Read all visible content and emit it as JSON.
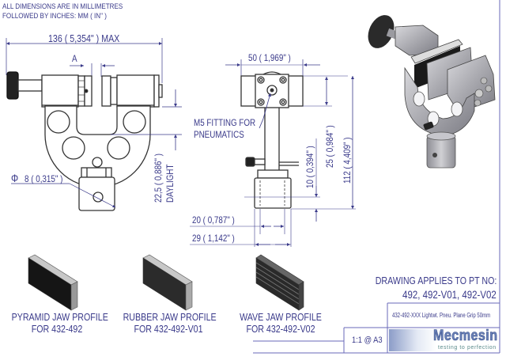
{
  "notes": {
    "line1": "ALL DIMENSIONS ARE IN MILLIMETRES",
    "line2": "FOLLOWED BY INCHES:   MM ( IN\" )"
  },
  "front_view": {
    "overall_width": "136 ( 5,354\" ) MAX",
    "jaw_gap_label": "A",
    "daylight_dim": "22,5 ( 0,886\" )",
    "daylight_label": "DAYLIGHT",
    "pin_diameter": "8 ( 0,315\" )",
    "diameter_symbol": "Φ"
  },
  "side_view": {
    "width_dim": "50 ( 1,969\" )",
    "fitting_note_line1": "M5 FITTING FOR",
    "fitting_note_line2": "PNEUMATICS",
    "dim_25": "25 ( 0,984\" )",
    "dim_112": "112 ( 4,409\" )",
    "dim_10": "10 ( 0,394\" )",
    "dim_20": "20 ( 0,787\" )",
    "dim_29": "29 ( 1,142\" )"
  },
  "jaw_profiles": [
    {
      "name": "PYRAMID JAW PROFILE",
      "part": "FOR 432-492"
    },
    {
      "name": "RUBBER JAW PROFILE",
      "part": "FOR 432-492-V01"
    },
    {
      "name": "WAVE JAW PROFILE",
      "part": "FOR 432-492-V02"
    }
  ],
  "title_block": {
    "applies_line1": "DRAWING APPLIES TO PT NO:",
    "applies_line2": "492, 492-V01, 492-V02",
    "description": "432-492-XXX Lightwt. Pneu. Plane Grip 50mm",
    "scale": "1:1 @ A3",
    "brand": "Mecmesin",
    "tagline": "testing to perfection"
  },
  "colors": {
    "dimension_ink": "#3a3a8a",
    "outline": "#333333",
    "brand_blue": "#6a82b8"
  }
}
